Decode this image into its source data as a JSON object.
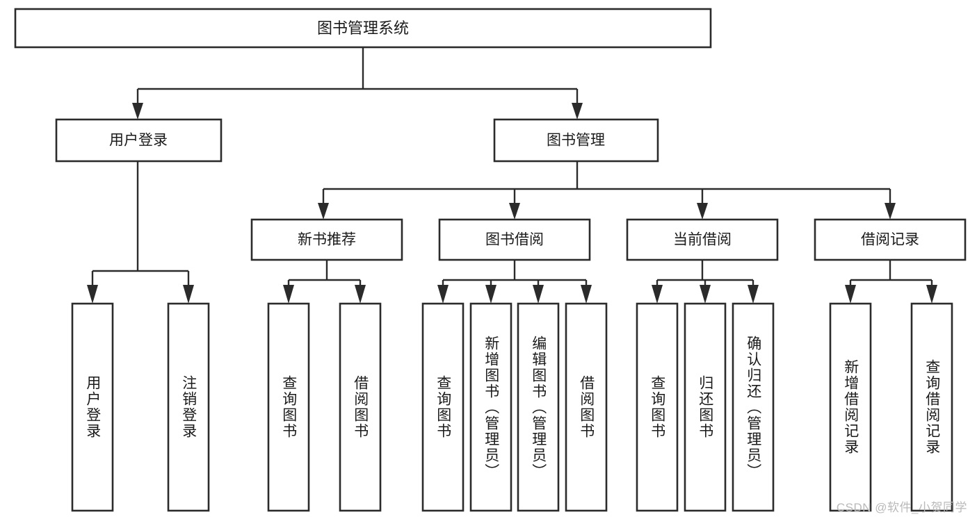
{
  "diagram": {
    "type": "tree",
    "title": "图书管理系统",
    "watermark": "CSDN @软件_小贺同学",
    "colors": {
      "background": "#ffffff",
      "box_stroke": "#2b2b2b",
      "box_fill": "#ffffff",
      "text": "#1a1a1a",
      "connector": "#2b2b2b",
      "watermark": "#b9b9b9"
    },
    "levels": {
      "root": {
        "label": "图书管理系统"
      },
      "level2": [
        {
          "label": "用户登录"
        },
        {
          "label": "图书管理"
        }
      ],
      "level3": [
        {
          "label": "新书推荐"
        },
        {
          "label": "图书借阅"
        },
        {
          "label": "当前借阅"
        },
        {
          "label": "借阅记录"
        }
      ],
      "leaves": {
        "user_login": [
          {
            "label": "用户登录"
          },
          {
            "label": "注销登录"
          }
        ],
        "new_book_recommend": [
          {
            "label": "查询图书"
          },
          {
            "label": "借阅图书"
          }
        ],
        "book_borrow": [
          {
            "label": "查询图书"
          },
          {
            "label": "新增图书（管理员）"
          },
          {
            "label": "编辑图书（管理员）"
          },
          {
            "label": "借阅图书"
          }
        ],
        "current_borrow": [
          {
            "label": "查询图书"
          },
          {
            "label": "归还图书"
          },
          {
            "label": "确认归还（管理员）"
          }
        ],
        "borrow_records": [
          {
            "label": "新增借阅记录"
          },
          {
            "label": "查询借阅记录"
          }
        ]
      }
    }
  }
}
